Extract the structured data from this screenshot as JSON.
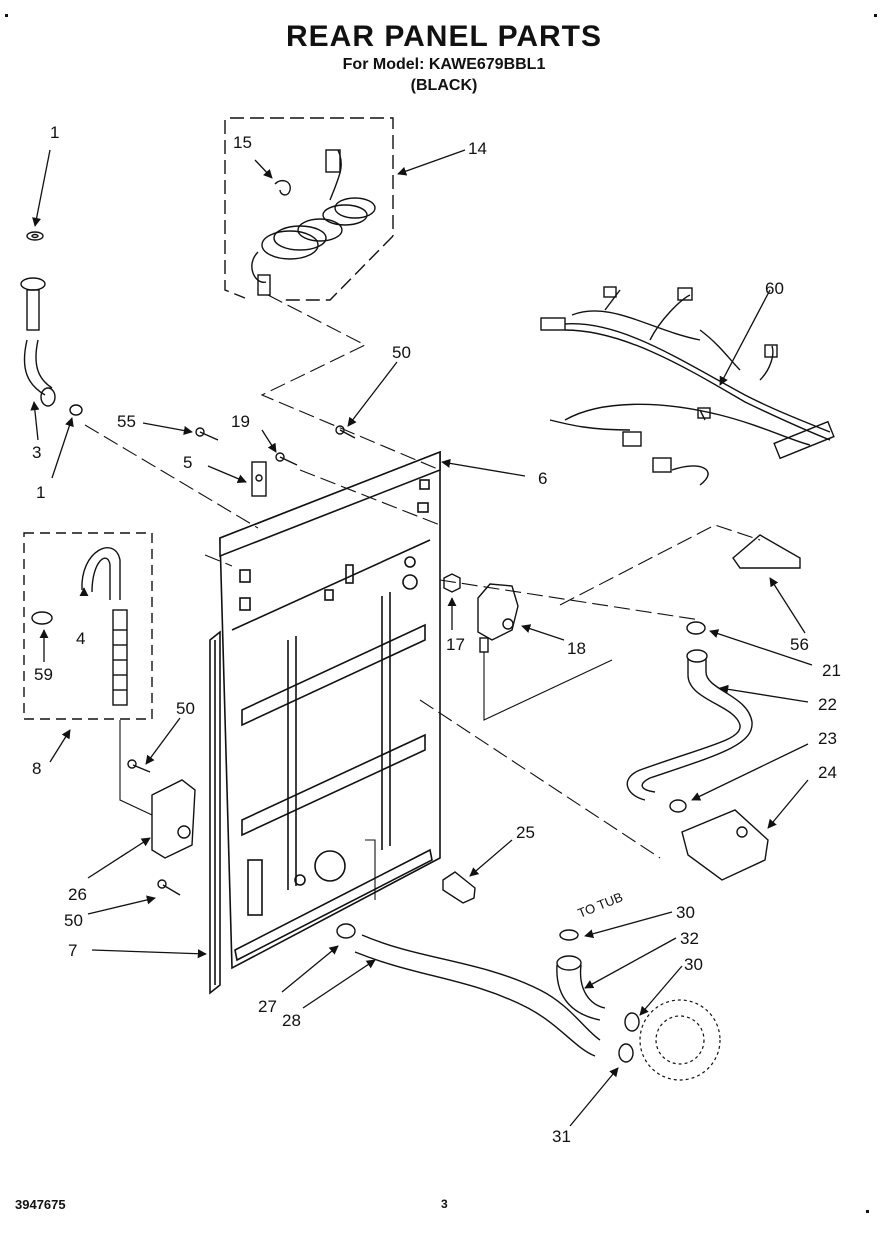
{
  "header": {
    "title": "REAR PANEL PARTS",
    "model_line": "For Model: KAWE679BBL1",
    "color_line": "(BLACK)"
  },
  "footer": {
    "doc_number": "3947675",
    "page_number": "3"
  },
  "labels": {
    "to_tub": "TO TUB"
  },
  "callouts": {
    "p1_top": "1",
    "p1_bottom": "1",
    "p3": "3",
    "p4": "4",
    "p5": "5",
    "p6": "6",
    "p7": "7",
    "p8": "8",
    "p14": "14",
    "p15": "15",
    "p17": "17",
    "p18": "18",
    "p19": "19",
    "p21": "21",
    "p22": "22",
    "p23": "23",
    "p24": "24",
    "p25": "25",
    "p26": "26",
    "p27": "27",
    "p28": "28",
    "p30_top": "30",
    "p30_bottom": "30",
    "p31": "31",
    "p32": "32",
    "p50_top": "50",
    "p50_mid": "50",
    "p50_bottom": "50",
    "p55": "55",
    "p56": "56",
    "p59": "59",
    "p60": "60"
  }
}
